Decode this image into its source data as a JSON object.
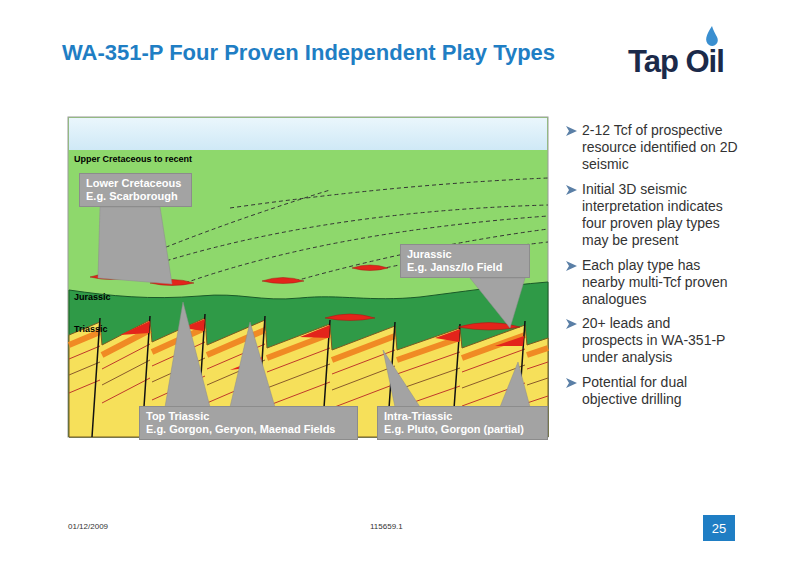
{
  "diagram": {
    "title": "WA-351-P Four Proven Independent Play Types",
    "nodes": [
      {
        "text": [
          "Lower Cretaceous",
          "E.g. Scarborough"
        ]
      },
      {
        "text": [
          "Jurassic",
          "E.g. Jansz/Io Field"
        ]
      },
      {
        "text": [
          "Top Triassic",
          "E.g. Gorgon, Geryon, Maenad Fields"
        ]
      },
      {
        "text": [
          "Intra-Triassic",
          "E.g. Pluto, Gorgon (partial)"
        ]
      },
      {
        "text": [
          "25"
        ]
      }
    ],
    "labels": [
      "Tap Oil",
      "Upper Cretaceous to recent",
      "Jurassic",
      "Triassic",
      "2-12 Tcf of prospective resource identified on 2D seismic",
      "Initial 3D seismic interpretation indicates four proven play types may be present",
      "Each play type has nearby multi-Tcf proven analogues",
      "20+ leads and prospects in WA-351-P under analysis",
      "Potential for dual objective drilling",
      "01/12/2009",
      "115659.1"
    ]
  }
}
